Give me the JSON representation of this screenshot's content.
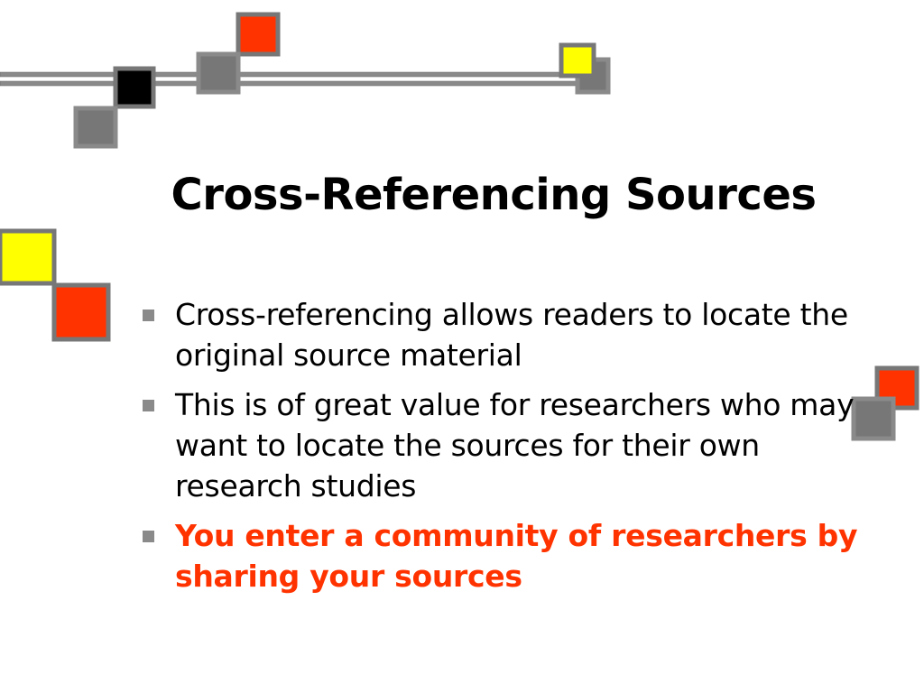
{
  "slide": {
    "title": "Cross-Referencing Sources",
    "bullets": [
      {
        "text": "Cross-referencing allows readers to locate the original source material",
        "highlight": false
      },
      {
        "text": "This is of great value for researchers who may want to locate the sources for their own research studies",
        "highlight": false
      },
      {
        "text": "You enter a community of researchers by sharing your sources",
        "highlight": true
      }
    ]
  },
  "colors": {
    "square_gray": "#777777",
    "square_red": "#ff3300",
    "square_yellow": "#ffff00",
    "square_black": "#000000",
    "highlight_text": "#ff3300",
    "bullet_marker": "#8a8a8a"
  }
}
